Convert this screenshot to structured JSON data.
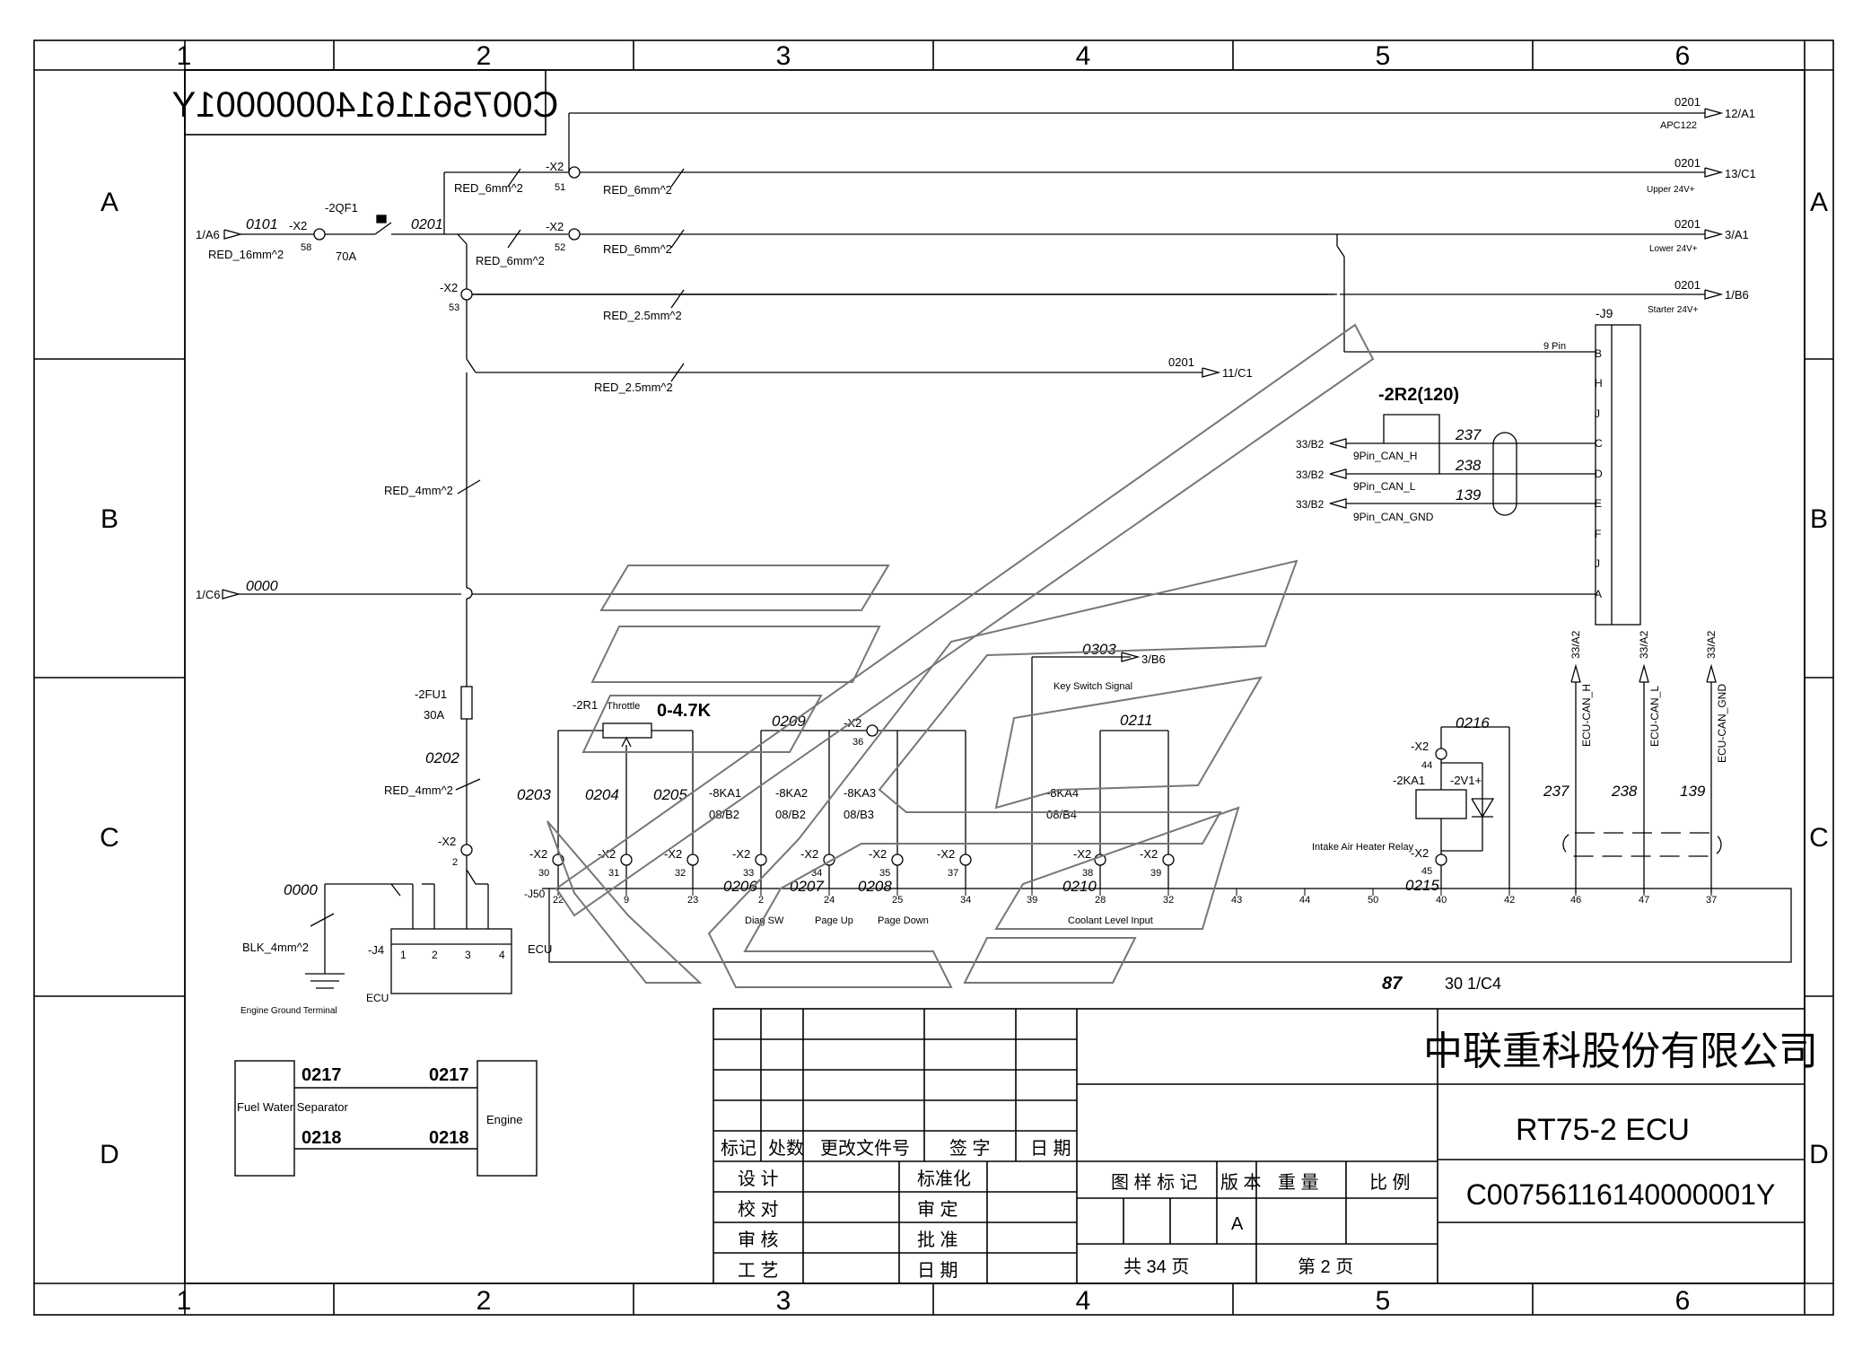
{
  "drawing": {
    "doc_number_reversed": "C00756116140000001Y",
    "zone_cols": [
      "1",
      "2",
      "3",
      "4",
      "5",
      "6"
    ],
    "zone_rows": [
      "A",
      "B",
      "C",
      "D"
    ]
  },
  "power": {
    "in_ref": "1/A6",
    "in_wire": "0101",
    "in_color": "RED_16mm^2",
    "breaker": "-2QF1",
    "breaker_rating": "70A",
    "x2": "-X2",
    "pin58": "58",
    "node_wire": "0201",
    "pin51": "51",
    "pin52": "52",
    "pin53": "53",
    "red6": "RED_6mm^2",
    "red25": "RED_2.5mm^2",
    "red4": "RED_4mm^2",
    "outputs": [
      {
        "wire": "0201",
        "ref": "12/A1",
        "label": "APC122"
      },
      {
        "wire": "0201",
        "ref": "13/C1",
        "label": "Upper 24V+"
      },
      {
        "wire": "0201",
        "ref": "3/A1",
        "label": "Lower 24V+"
      },
      {
        "wire": "0201",
        "ref": "1/B6",
        "label": "Starter 24V+"
      }
    ],
    "branch_wire": "0201",
    "branch_ref": "11/C1"
  },
  "can": {
    "resistor": "-2R2(120)",
    "connector": "-J9",
    "pin_label": "9 Pin",
    "pins": [
      "B",
      "H",
      "J",
      "C",
      "D",
      "E",
      "F",
      "J",
      "A"
    ],
    "refs": [
      "33/B2",
      "33/B2",
      "33/B2"
    ],
    "names": [
      "9Pin_CAN_H",
      "9Pin_CAN_L",
      "9Pin_CAN_GND"
    ],
    "wires": [
      "237",
      "238",
      "139"
    ],
    "ecu_refs": [
      "33/A2",
      "33/A2",
      "33/A2"
    ],
    "ecu_names": [
      "ECU-CAN_H",
      "ECU-CAN_L",
      "ECU-CAN_GND"
    ]
  },
  "ground": {
    "ref": "1/C6",
    "wire": "0000",
    "blk_wire": "0000",
    "blk": "BLK_4mm^2",
    "terminal": "Engine Ground Terminal"
  },
  "fuse": {
    "name": "-2FU1",
    "rating": "30A",
    "wire": "0202",
    "pin2": "2"
  },
  "j4": {
    "name": "-J4",
    "pins": [
      "1",
      "2",
      "3",
      "4"
    ],
    "ecu": "ECU"
  },
  "ecu": {
    "connector": "-J50",
    "label": "ECU",
    "pins": [
      "22",
      "9",
      "23",
      "2",
      "24",
      "25",
      "34",
      "39",
      "28",
      "32",
      "43",
      "44",
      "50",
      "40",
      "42",
      "46",
      "47",
      "37"
    ],
    "throttle": "-2R1",
    "throttle_name": "Throttle",
    "throttle_range": "0-4.7K",
    "wire_labels": [
      "0203",
      "0204",
      "0205"
    ],
    "wire_0209": "0209",
    "x2_36": "36",
    "relays": [
      {
        "name": "-8KA1",
        "ref": "08/B2"
      },
      {
        "name": "-8KA2",
        "ref": "08/B2"
      },
      {
        "name": "-8KA3",
        "ref": "08/B3"
      },
      {
        "name": "-8KA4",
        "ref": "08/B4"
      }
    ],
    "x2_pins": [
      "30",
      "31",
      "32",
      "33",
      "34",
      "35",
      "37",
      "38",
      "39"
    ],
    "bottom_wires": [
      "0206",
      "0207",
      "0208",
      "0210"
    ],
    "func_labels": [
      "Diag SW",
      "Page Up",
      "Page Down",
      "Coolant Level Input"
    ],
    "key_wire": "0303",
    "key_ref": "3/B6",
    "key_label": "Key Switch Signal",
    "wire_0211": "0211",
    "wire_0216": "0216",
    "x2_44": "44",
    "heater_relay": "-2KA1",
    "diode": "-2V1+",
    "heater_label": "Intake Air Heater Relay",
    "x2_45": "45",
    "wire_0215": "0215",
    "footer_87": "87",
    "footer_ref": "30 1/C4"
  },
  "fuel": {
    "separator": "Fuel Water Separator",
    "engine": "Engine",
    "w1": "0217",
    "w2": "0218"
  },
  "title_block": {
    "company": "中联重科股份有限公司",
    "title": "RT75-2 ECU",
    "doc_number": "C00756116140000001Y",
    "row_labels": [
      "标记",
      "处数",
      "更改文件号",
      "签 字",
      "日 期"
    ],
    "left_labels": [
      "设 计",
      "校 对",
      "审 核",
      "工 艺"
    ],
    "mid_labels": [
      "标准化",
      "审 定",
      "批 准",
      "日 期"
    ],
    "meta_labels": [
      "图 样 标 记",
      "版 本",
      "重 量",
      "比 例"
    ],
    "version": "A",
    "total_pages": "共 34 页",
    "page": "第 2 页"
  }
}
